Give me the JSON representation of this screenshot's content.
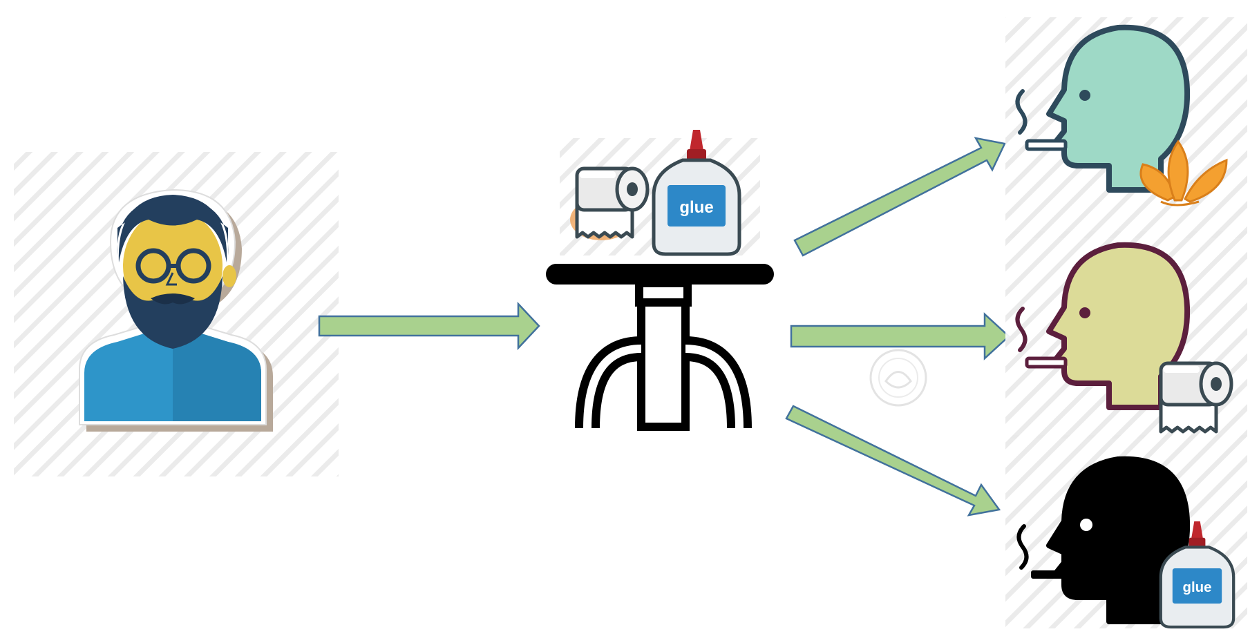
{
  "diagram": {
    "nodes": {
      "person": {
        "icon": "bearded-man-icon"
      },
      "table": {
        "icon": "table-icon",
        "items": [
          "toilet-paper-roll-icon",
          "glue-bottle-icon"
        ]
      },
      "smoker_tobacco": {
        "icon": "smoking-head-icon",
        "badge": "tobacco-leaf-icon"
      },
      "smoker_paper": {
        "icon": "smoking-head-icon",
        "badge": "toilet-paper-roll-icon"
      },
      "smoker_glue": {
        "icon": "smoking-head-icon",
        "badge": "glue-bottle-icon"
      }
    },
    "labels": {
      "glue_bottle_table": "glue",
      "glue_bottle_smoker": "glue"
    },
    "edges": [
      {
        "from": "person",
        "to": "table"
      },
      {
        "from": "table",
        "to": "smoker_tobacco"
      },
      {
        "from": "table",
        "to": "smoker_paper"
      },
      {
        "from": "table",
        "to": "smoker_glue"
      }
    ]
  },
  "colors": {
    "arrow_fill": "#A9D18E",
    "arrow_stroke": "#41719C",
    "hatch": "#E6E6E6",
    "shirt": "#2E95C9",
    "hair": "#233F5E",
    "face_man": "#E8C547",
    "head_teal": "#9ED9C6",
    "head_teal_outline": "#2E4A5C",
    "head_yellow": "#DCDB98",
    "head_yellow_outline": "#5C1F3D",
    "head_black": "#000000",
    "leaf": "#F4A030",
    "glue_cap": "#C0272D",
    "glue_label": "#2D88C8"
  }
}
